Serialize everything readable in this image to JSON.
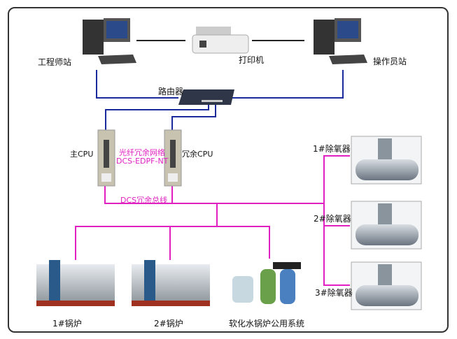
{
  "nodes": {
    "engineer": "工程师站",
    "printer": "打印机",
    "operator": "操作员站",
    "router": "路由器",
    "main_cpu": "主CPU",
    "redundant_cpu": "冗余CPU",
    "network_name": "光纤冗余网络",
    "network_code": "DCS-EDPF-NT",
    "bus": "DCS冗余总线",
    "deaerator_1": "1#除氧器",
    "deaerator_2": "2#除氧器",
    "deaerator_3": "3#除氧器",
    "boiler_1": "1#锅炉",
    "boiler_2": "2#锅炉",
    "softwater": "软化水锅炉公用系统"
  },
  "colors": {
    "network": "#1a2a9a",
    "bus": "#e020c0",
    "frame": "#333333"
  }
}
